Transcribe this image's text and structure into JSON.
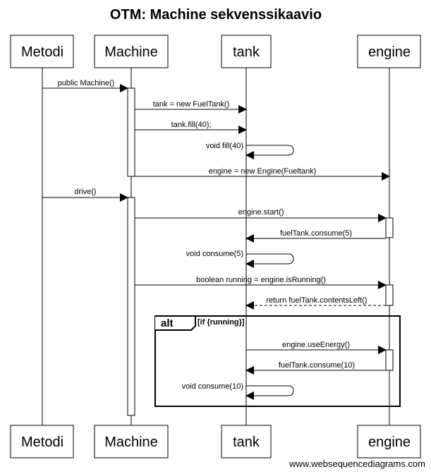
{
  "diagram": {
    "title": "OTM: Machine sekvenssikaavio",
    "participants": [
      "Metodi",
      "Machine",
      "tank",
      "engine"
    ],
    "messages": [
      "public Machine()",
      "tank = new FuelTank()",
      "tank.fill(40);",
      "void fill(40)",
      "engine = new Engine(Fueltank)",
      "drive()",
      "engine.start()",
      "fuelTank.consume(5)",
      "void consume(5)",
      "boolean running = engine.isRunning()",
      "return fuelTank.contentsLeft()",
      "engine.useEnergy()",
      "fuelTank.consume(10)",
      "void consume(10)"
    ],
    "alt_block": {
      "label": "alt",
      "condition": "[if {running}]"
    },
    "watermark": "www.websequencediagrams.com"
  }
}
